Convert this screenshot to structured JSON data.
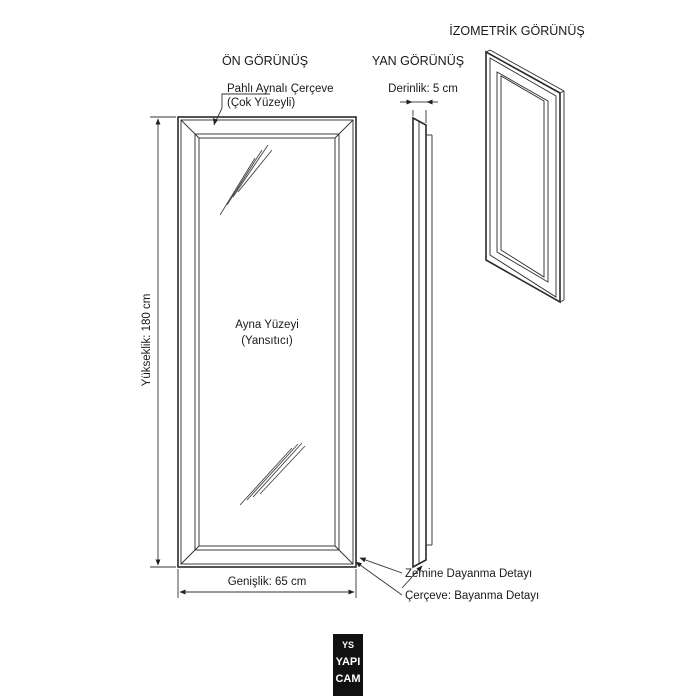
{
  "views": {
    "front_title": "ÖN GÖRÜNÜŞ",
    "side_title": "YAN GÖRÜNÜŞ",
    "iso_title": "İZOMETRİK GÖRÜNÜŞ"
  },
  "labels": {
    "frame_line1": "Pahlı Aynalı Çerçeve",
    "frame_line2": "(Çok Yüzeyli)",
    "depth": "Derinlik: 5 cm",
    "surface_line1": "Ayna Yüzeyi",
    "surface_line2": "(Yansıtıcı)",
    "height": "Yükseklik: 180 cm",
    "width": "Genişlik: 65 cm",
    "floor_detail": "Zemine Dayanma Detayı",
    "frame_detail": "Çerçeve: Bayanma Detayı"
  },
  "logo": {
    "mark": "YS",
    "line1": "YAPI",
    "line2": "CAM",
    "bg_color": "#111111"
  },
  "colors": {
    "line": "#2a2a2a",
    "background": "#ffffff"
  }
}
